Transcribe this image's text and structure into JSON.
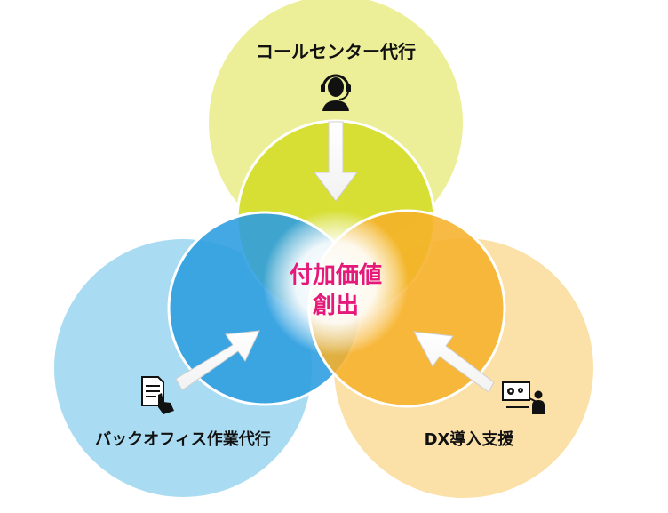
{
  "labels": {
    "top": "コールセンター代行",
    "left": "バックオフィス作業代行",
    "right": "DX導入支援",
    "center_line1": "付加価値",
    "center_line2": "創出"
  },
  "icons": {
    "top": "headset-operator-icon",
    "left": "document-pointer-icon",
    "right": "presentation-gears-icon"
  },
  "colors": {
    "top_outer": "#ecef98",
    "top_inner": "#d5de2c",
    "left_outer": "#a9dcf2",
    "left_inner": "#2f9ee0",
    "right_outer": "#fbe0a8",
    "right_inner": "#f6b12a",
    "center_text": "#e5197a",
    "label_text": "#111111"
  }
}
